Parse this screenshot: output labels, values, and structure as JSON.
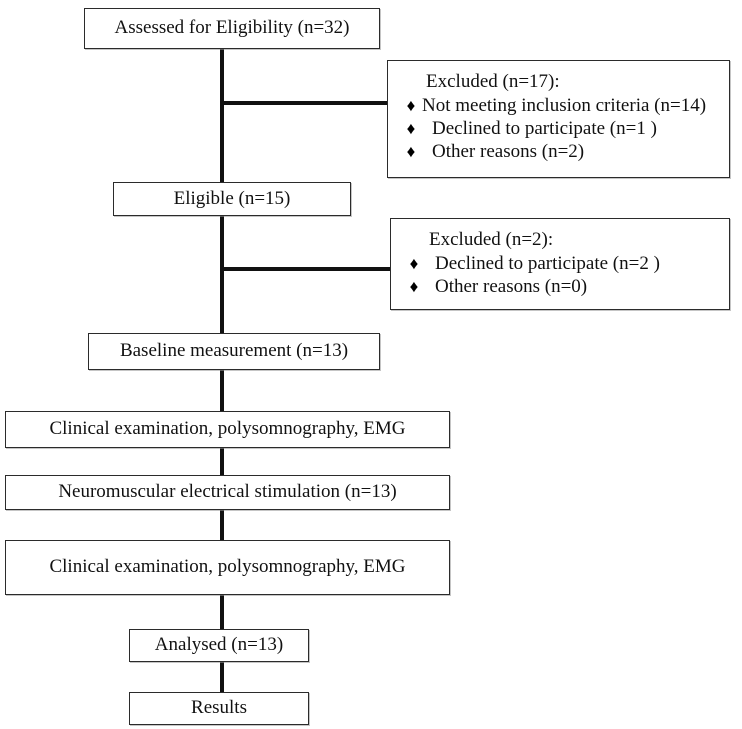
{
  "diagram": {
    "title": "CONSORT-style participant flow diagram",
    "accent_color": "#111111",
    "box_border_color": "#2b2b2b",
    "background_color": "#ffffff",
    "bullet_glyph": "♦",
    "bullet_icon_name": "diamond-bullet-icon"
  },
  "nodes": {
    "assessed": {
      "label": "Assessed for Eligibility (n=32)"
    },
    "eligible": {
      "label": "Eligible (n=15)"
    },
    "baseline": {
      "label": "Baseline measurement (n=13)"
    },
    "clinical_exam_1": {
      "label": "Clinical examination, polysomnography, EMG"
    },
    "nmes": {
      "label": "Neuromuscular electrical stimulation (n=13)"
    },
    "clinical_exam_2": {
      "label": "Clinical examination, polysomnography, EMG"
    },
    "analysed": {
      "label": "Analysed  (n=13)"
    },
    "results": {
      "label": "Results"
    }
  },
  "excluded_boxes": [
    {
      "title": "Excluded (n=17):",
      "items": [
        {
          "text": "Not meeting inclusion criteria (n=14)",
          "indent": 1
        },
        {
          "text": "Declined to participate (n=1  )",
          "indent": 2
        },
        {
          "text": "Other reasons (n=2)",
          "indent": 2
        }
      ]
    },
    {
      "title": "Excluded (n=2):",
      "items": [
        {
          "text": "Declined to participate (n=2  )",
          "indent": 2
        },
        {
          "text": "Other reasons (n=0)",
          "indent": 2
        }
      ]
    }
  ]
}
